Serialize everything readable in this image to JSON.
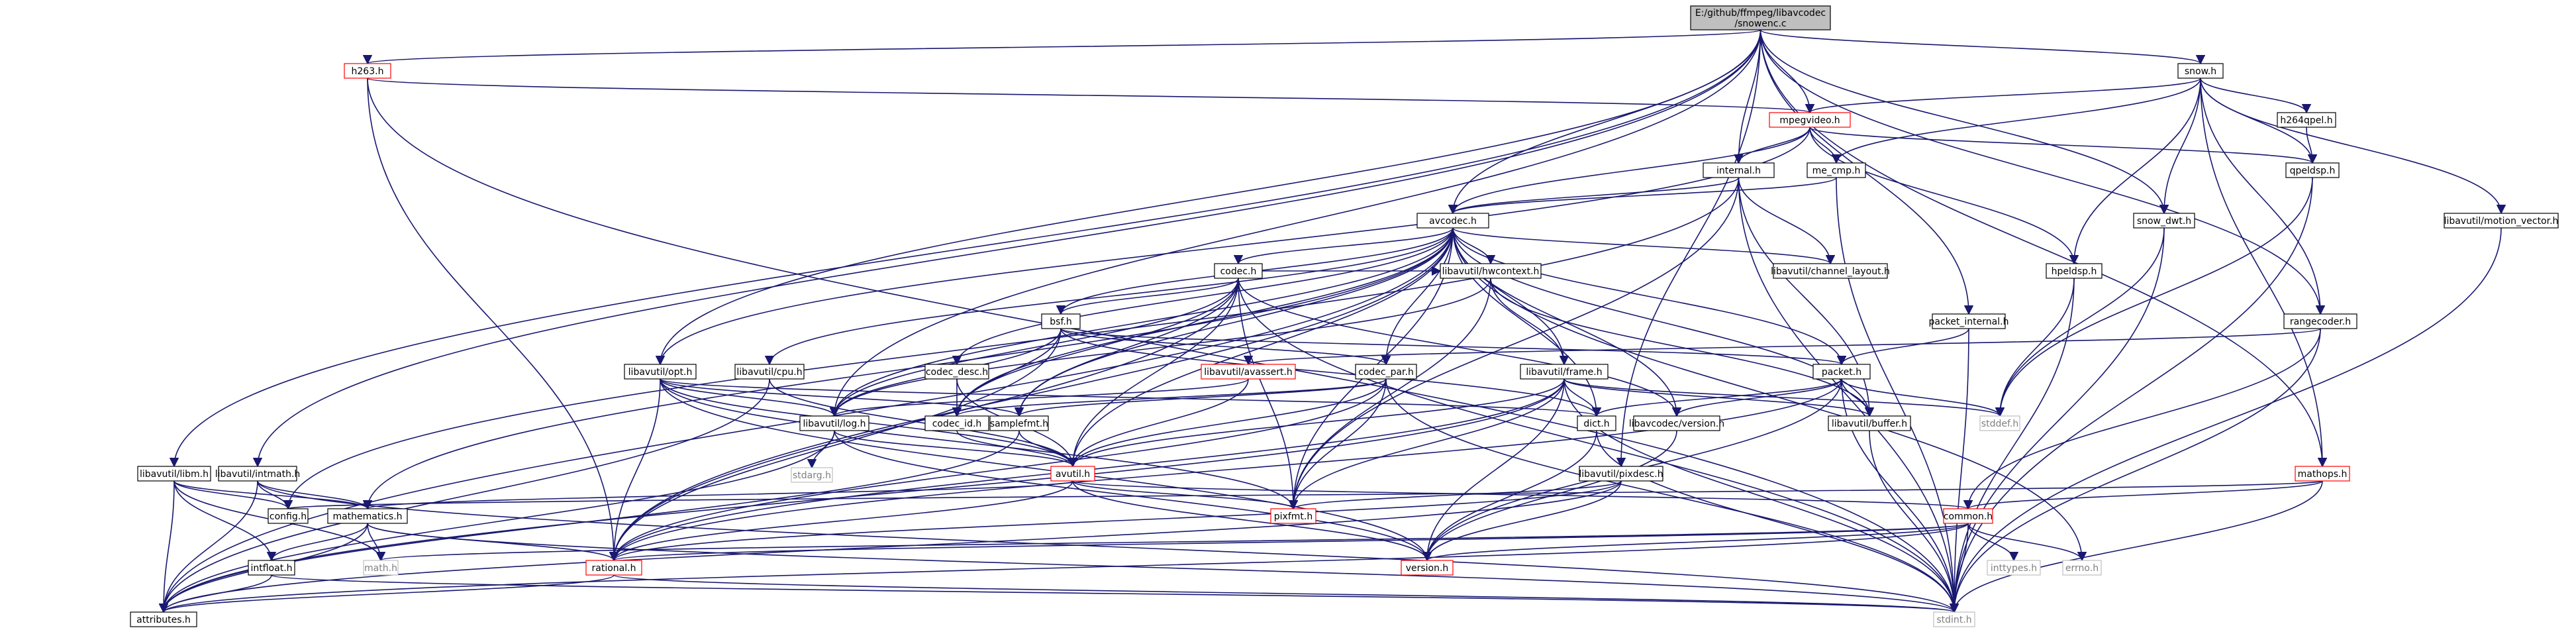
{
  "colors": {
    "edge": "#191970",
    "node_border": "#000000",
    "node_fill": "#ffffff",
    "root_fill": "#bfbfbf",
    "incomplete_border": "#ff0000",
    "missing_border": "#bfbfbf",
    "missing_text": "#808080",
    "text": "#000000"
  },
  "graph": {
    "root": "n0",
    "nodes": [
      {
        "id": "n0",
        "label": "E:/github/ffmpeg/libavcodec\n/snowenc.c",
        "style": "root"
      },
      {
        "id": "n1",
        "label": "h263.h",
        "style": "incomplete"
      },
      {
        "id": "n2",
        "label": "mpegvideo.h",
        "style": "incomplete"
      },
      {
        "id": "n3",
        "label": "snow.h",
        "style": "normal"
      },
      {
        "id": "n4",
        "label": "internal.h",
        "style": "normal"
      },
      {
        "id": "n5",
        "label": "avcodec.h",
        "style": "normal"
      },
      {
        "id": "n6",
        "label": "me_cmp.h",
        "style": "normal"
      },
      {
        "id": "n7",
        "label": "h264qpel.h",
        "style": "normal"
      },
      {
        "id": "n8",
        "label": "qpeldsp.h",
        "style": "normal"
      },
      {
        "id": "n9",
        "label": "libavutil/motion_vector.h",
        "style": "normal"
      },
      {
        "id": "n10",
        "label": "snow_dwt.h",
        "style": "normal"
      },
      {
        "id": "n11",
        "label": "libavutil/channel_layout.h",
        "style": "normal"
      },
      {
        "id": "n12",
        "label": "hpeldsp.h",
        "style": "normal"
      },
      {
        "id": "n13",
        "label": "codec.h",
        "style": "normal"
      },
      {
        "id": "n14",
        "label": "libavutil/hwcontext.h",
        "style": "normal"
      },
      {
        "id": "n15",
        "label": "bsf.h",
        "style": "normal"
      },
      {
        "id": "n16",
        "label": "packet_internal.h",
        "style": "normal"
      },
      {
        "id": "n17",
        "label": "rangecoder.h",
        "style": "normal"
      },
      {
        "id": "n18",
        "label": "libavutil/opt.h",
        "style": "normal"
      },
      {
        "id": "n19",
        "label": "libavutil/cpu.h",
        "style": "normal"
      },
      {
        "id": "n20",
        "label": "codec_desc.h",
        "style": "normal"
      },
      {
        "id": "n21",
        "label": "libavutil/avassert.h",
        "style": "incomplete"
      },
      {
        "id": "n22",
        "label": "codec_par.h",
        "style": "normal"
      },
      {
        "id": "n23",
        "label": "libavutil/frame.h",
        "style": "normal"
      },
      {
        "id": "n24",
        "label": "packet.h",
        "style": "normal"
      },
      {
        "id": "n25",
        "label": "libavutil/log.h",
        "style": "normal"
      },
      {
        "id": "n26",
        "label": "codec_id.h",
        "style": "normal"
      },
      {
        "id": "n27",
        "label": "samplefmt.h",
        "style": "normal"
      },
      {
        "id": "n28",
        "label": "dict.h",
        "style": "normal"
      },
      {
        "id": "n29",
        "label": "libavcodec/version.h",
        "style": "normal"
      },
      {
        "id": "n30",
        "label": "libavutil/buffer.h",
        "style": "normal"
      },
      {
        "id": "n31",
        "label": "stddef.h",
        "style": "missing"
      },
      {
        "id": "n32",
        "label": "libavutil/libm.h",
        "style": "normal"
      },
      {
        "id": "n33",
        "label": "libavutil/intmath.h",
        "style": "normal"
      },
      {
        "id": "n34",
        "label": "stdarg.h",
        "style": "missing"
      },
      {
        "id": "n35",
        "label": "avutil.h",
        "style": "incomplete"
      },
      {
        "id": "n36",
        "label": "libavutil/pixdesc.h",
        "style": "normal"
      },
      {
        "id": "n37",
        "label": "mathops.h",
        "style": "incomplete"
      },
      {
        "id": "n38",
        "label": "config.h",
        "style": "normal"
      },
      {
        "id": "n39",
        "label": "mathematics.h",
        "style": "normal"
      },
      {
        "id": "n40",
        "label": "pixfmt.h",
        "style": "incomplete"
      },
      {
        "id": "n41",
        "label": "common.h",
        "style": "incomplete"
      },
      {
        "id": "n42",
        "label": "intfloat.h",
        "style": "normal"
      },
      {
        "id": "n43",
        "label": "math.h",
        "style": "missing"
      },
      {
        "id": "n44",
        "label": "rational.h",
        "style": "incomplete"
      },
      {
        "id": "n45",
        "label": "version.h",
        "style": "incomplete"
      },
      {
        "id": "n46",
        "label": "inttypes.h",
        "style": "missing"
      },
      {
        "id": "n47",
        "label": "errno.h",
        "style": "missing"
      },
      {
        "id": "n48",
        "label": "attributes.h",
        "style": "normal"
      },
      {
        "id": "n49",
        "label": "stdint.h",
        "style": "missing"
      }
    ],
    "edges": [
      [
        "n0",
        "n1"
      ],
      [
        "n0",
        "n2"
      ],
      [
        "n0",
        "n3"
      ],
      [
        "n0",
        "n4"
      ],
      [
        "n0",
        "n5"
      ],
      [
        "n0",
        "n10"
      ],
      [
        "n0",
        "n16"
      ],
      [
        "n0",
        "n17"
      ],
      [
        "n0",
        "n18"
      ],
      [
        "n0",
        "n25"
      ],
      [
        "n0",
        "n32"
      ],
      [
        "n0",
        "n33"
      ],
      [
        "n0",
        "n36"
      ],
      [
        "n0",
        "n37"
      ],
      [
        "n1",
        "n2"
      ],
      [
        "n1",
        "n44"
      ],
      [
        "n1",
        "n49"
      ],
      [
        "n2",
        "n4"
      ],
      [
        "n2",
        "n5"
      ],
      [
        "n2",
        "n6"
      ],
      [
        "n2",
        "n8"
      ],
      [
        "n2",
        "n12"
      ],
      [
        "n2",
        "n18"
      ],
      [
        "n3",
        "n2"
      ],
      [
        "n3",
        "n6"
      ],
      [
        "n3",
        "n7"
      ],
      [
        "n3",
        "n8"
      ],
      [
        "n3",
        "n9"
      ],
      [
        "n3",
        "n10"
      ],
      [
        "n3",
        "n12"
      ],
      [
        "n3",
        "n17"
      ],
      [
        "n3",
        "n37"
      ],
      [
        "n4",
        "n5"
      ],
      [
        "n4",
        "n11"
      ],
      [
        "n4",
        "n30"
      ],
      [
        "n4",
        "n38"
      ],
      [
        "n4",
        "n40"
      ],
      [
        "n4",
        "n49"
      ],
      [
        "n5",
        "n11"
      ],
      [
        "n5",
        "n13"
      ],
      [
        "n5",
        "n14"
      ],
      [
        "n5",
        "n15"
      ],
      [
        "n5",
        "n19"
      ],
      [
        "n5",
        "n20"
      ],
      [
        "n5",
        "n22"
      ],
      [
        "n5",
        "n23"
      ],
      [
        "n5",
        "n24"
      ],
      [
        "n5",
        "n25"
      ],
      [
        "n5",
        "n26"
      ],
      [
        "n5",
        "n27"
      ],
      [
        "n5",
        "n28"
      ],
      [
        "n5",
        "n29"
      ],
      [
        "n5",
        "n30"
      ],
      [
        "n5",
        "n35"
      ],
      [
        "n5",
        "n39"
      ],
      [
        "n5",
        "n40"
      ],
      [
        "n5",
        "n44"
      ],
      [
        "n5",
        "n47"
      ],
      [
        "n5",
        "n48"
      ],
      [
        "n6",
        "n5"
      ],
      [
        "n6",
        "n49"
      ],
      [
        "n7",
        "n8"
      ],
      [
        "n8",
        "n31"
      ],
      [
        "n8",
        "n49"
      ],
      [
        "n9",
        "n49"
      ],
      [
        "n10",
        "n31"
      ],
      [
        "n10",
        "n49"
      ],
      [
        "n12",
        "n31"
      ],
      [
        "n12",
        "n49"
      ],
      [
        "n13",
        "n14"
      ],
      [
        "n13",
        "n15"
      ],
      [
        "n13",
        "n25"
      ],
      [
        "n13",
        "n26"
      ],
      [
        "n13",
        "n27"
      ],
      [
        "n13",
        "n29"
      ],
      [
        "n13",
        "n35"
      ],
      [
        "n13",
        "n40"
      ],
      [
        "n13",
        "n44"
      ],
      [
        "n13",
        "n49"
      ],
      [
        "n14",
        "n23"
      ],
      [
        "n14",
        "n25"
      ],
      [
        "n14",
        "n30"
      ],
      [
        "n14",
        "n40"
      ],
      [
        "n15",
        "n22"
      ],
      [
        "n15",
        "n24"
      ],
      [
        "n15",
        "n25"
      ],
      [
        "n15",
        "n26"
      ],
      [
        "n15",
        "n28"
      ],
      [
        "n15",
        "n44"
      ],
      [
        "n16",
        "n24"
      ],
      [
        "n16",
        "n49"
      ],
      [
        "n17",
        "n21"
      ],
      [
        "n17",
        "n41"
      ],
      [
        "n17",
        "n49"
      ],
      [
        "n18",
        "n25"
      ],
      [
        "n18",
        "n27"
      ],
      [
        "n18",
        "n28"
      ],
      [
        "n18",
        "n35"
      ],
      [
        "n18",
        "n40"
      ],
      [
        "n18",
        "n44"
      ],
      [
        "n18",
        "n45"
      ],
      [
        "n19",
        "n35"
      ],
      [
        "n19",
        "n48"
      ],
      [
        "n20",
        "n26"
      ],
      [
        "n20",
        "n35"
      ],
      [
        "n21",
        "n25"
      ],
      [
        "n21",
        "n35"
      ],
      [
        "n22",
        "n26"
      ],
      [
        "n22",
        "n27"
      ],
      [
        "n22",
        "n35"
      ],
      [
        "n22",
        "n40"
      ],
      [
        "n22",
        "n44"
      ],
      [
        "n22",
        "n49"
      ],
      [
        "n23",
        "n28"
      ],
      [
        "n23",
        "n30"
      ],
      [
        "n23",
        "n31"
      ],
      [
        "n23",
        "n35"
      ],
      [
        "n23",
        "n40"
      ],
      [
        "n23",
        "n44"
      ],
      [
        "n23",
        "n45"
      ],
      [
        "n23",
        "n48"
      ],
      [
        "n23",
        "n49"
      ],
      [
        "n24",
        "n28"
      ],
      [
        "n24",
        "n29"
      ],
      [
        "n24",
        "n30"
      ],
      [
        "n24",
        "n31"
      ],
      [
        "n24",
        "n44"
      ],
      [
        "n24",
        "n45"
      ],
      [
        "n24",
        "n49"
      ],
      [
        "n25",
        "n34"
      ],
      [
        "n25",
        "n35"
      ],
      [
        "n25",
        "n45"
      ],
      [
        "n25",
        "n48"
      ],
      [
        "n26",
        "n35"
      ],
      [
        "n27",
        "n35"
      ],
      [
        "n27",
        "n48"
      ],
      [
        "n28",
        "n45"
      ],
      [
        "n28",
        "n49"
      ],
      [
        "n29",
        "n45"
      ],
      [
        "n30",
        "n49"
      ],
      [
        "n32",
        "n38"
      ],
      [
        "n32",
        "n39"
      ],
      [
        "n32",
        "n42"
      ],
      [
        "n32",
        "n43"
      ],
      [
        "n32",
        "n48"
      ],
      [
        "n33",
        "n38"
      ],
      [
        "n33",
        "n39"
      ],
      [
        "n33",
        "n48"
      ],
      [
        "n33",
        "n49"
      ],
      [
        "n35",
        "n39"
      ],
      [
        "n35",
        "n40"
      ],
      [
        "n35",
        "n41"
      ],
      [
        "n35",
        "n44"
      ],
      [
        "n35",
        "n45"
      ],
      [
        "n36",
        "n40"
      ],
      [
        "n36",
        "n44"
      ],
      [
        "n36",
        "n45"
      ],
      [
        "n36",
        "n48"
      ],
      [
        "n37",
        "n38"
      ],
      [
        "n37",
        "n41"
      ],
      [
        "n37",
        "n49"
      ],
      [
        "n39",
        "n42"
      ],
      [
        "n39",
        "n43"
      ],
      [
        "n39",
        "n44"
      ],
      [
        "n39",
        "n48"
      ],
      [
        "n39",
        "n49"
      ],
      [
        "n41",
        "n43"
      ],
      [
        "n41",
        "n44"
      ],
      [
        "n41",
        "n45"
      ],
      [
        "n41",
        "n46"
      ],
      [
        "n41",
        "n47"
      ],
      [
        "n41",
        "n48"
      ],
      [
        "n41",
        "n49"
      ],
      [
        "n42",
        "n48"
      ],
      [
        "n42",
        "n49"
      ],
      [
        "n44",
        "n48"
      ],
      [
        "n44",
        "n49"
      ]
    ]
  }
}
